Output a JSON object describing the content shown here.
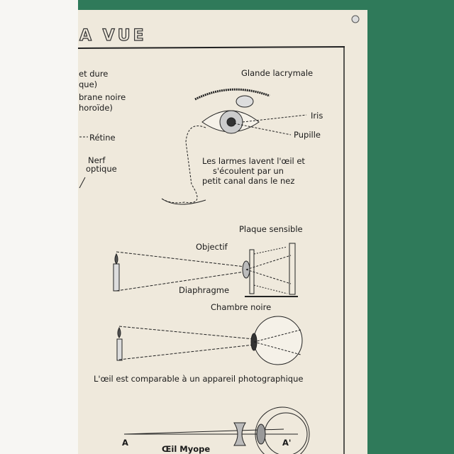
{
  "title": "A VUE",
  "labels": {
    "sclerotique_partial": "et dure",
    "sclerotique_partial2": "que)",
    "choroide_partial": "brane noire",
    "choroide_partial2": "horoïde)",
    "retine": "Rétine",
    "nerf": "Nerf",
    "optique": "optique",
    "glande": "Glande lacrymale",
    "iris": "Iris",
    "pupille": "Pupille",
    "larmes1": "Les larmes lavent l'œil et",
    "larmes2": "s'écoulent par un",
    "larmes3": "petit canal dans le nez",
    "plaque": "Plaque sensible",
    "objectif": "Objectif",
    "diaphragme": "Diaphragme",
    "chambre": "Chambre noire",
    "comparable": "L'œil est comparable à un appareil photographique",
    "point_a": "A",
    "point_a_prime": "A'",
    "myope": "Œil Myope"
  },
  "colors": {
    "wall": "#2f7a5a",
    "paper": "#efe9dc",
    "ink": "#1a1a1a"
  }
}
